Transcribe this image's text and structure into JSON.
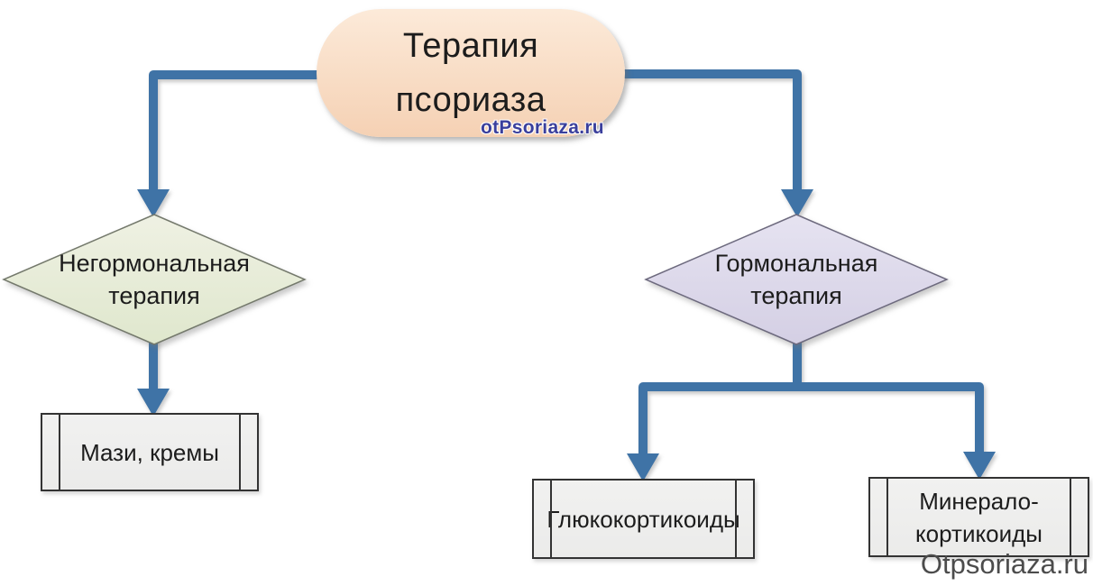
{
  "diagram": {
    "root": {
      "line1": "Терапия",
      "line2": "псориаза"
    },
    "branches": {
      "nonhormonal": {
        "line1": "Негормональная",
        "line2": "терапия"
      },
      "hormonal": {
        "line1": "Гормональная",
        "line2": "терапия"
      }
    },
    "leaves": {
      "ointments": {
        "label": "Мази, кремы"
      },
      "glucocorticoids": {
        "label": "Глюкокортикоиды"
      },
      "mineralocorticoids": {
        "line1": "Минерало-",
        "line2": "кортикоиды"
      }
    },
    "watermarks": {
      "top": "otPsoriaza.ru",
      "bottom": "Otpsoriaza.ru"
    }
  },
  "colors": {
    "arrow": "#3f73a6",
    "node_text": "#1c1c1c",
    "terminator_top": "#fcead9",
    "terminator_bottom": "#f5d1b4",
    "diamond_green_top": "#eff1e3",
    "diamond_green_bottom": "#dfe7cd",
    "diamond_green_border": "#74796c",
    "diamond_purple_top": "#e6e3f1",
    "diamond_purple_bottom": "#d4cfe4",
    "diamond_purple_border": "#6d6a7e",
    "process_fill": "#ebebea",
    "process_border": "#333333",
    "watermark_top_color": "#3a3f9c",
    "watermark_bottom_color": "#4c4c4c"
  }
}
